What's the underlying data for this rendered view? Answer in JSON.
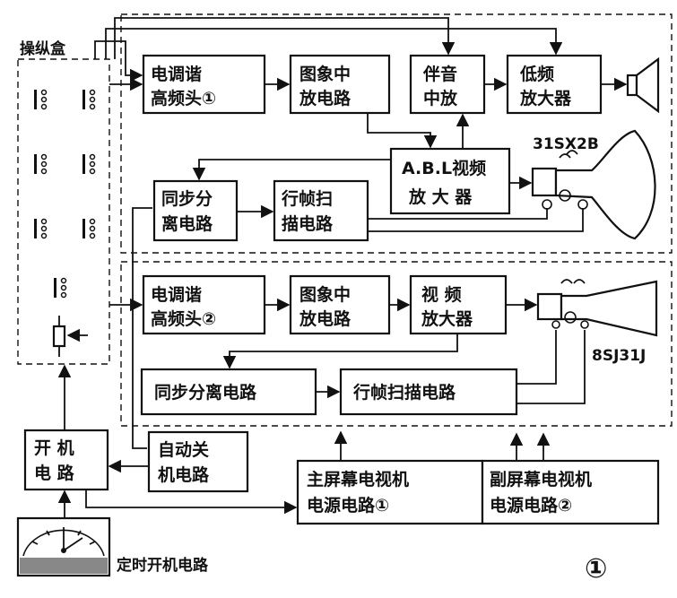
{
  "labels": {
    "control_box": "操纵盒",
    "tube_main": "31SX2B",
    "tube_sub": "8SJ31J",
    "timer": "定时开机电路",
    "figure_no": "①"
  },
  "blocks": {
    "tuner1": [
      "电调谐",
      "高频头①"
    ],
    "if1": [
      "图象中",
      "放电路"
    ],
    "sound_if": [
      "伴音",
      "中放"
    ],
    "audio_amp": [
      "低频",
      "放大器"
    ],
    "abl_video": [
      "A.B.L视频",
      "放 大 器"
    ],
    "sync1": [
      "同步分",
      "离电路"
    ],
    "scan1": [
      "行帧扫",
      "描电路"
    ],
    "tuner2": [
      "电调谐",
      "高频头②"
    ],
    "if2": [
      "图象中",
      "放电路"
    ],
    "video2": [
      "视  频",
      "放大器"
    ],
    "sync2": [
      "同步分离电路"
    ],
    "scan2": [
      "行帧扫描电路"
    ],
    "power_on": [
      "开 机",
      "电 路"
    ],
    "auto_off": [
      "自动关",
      "机电路"
    ],
    "psu_main": [
      "主屏幕电视机",
      "电源电路①"
    ],
    "psu_sub": [
      "副屏幕电视机",
      "电源电路②"
    ]
  }
}
